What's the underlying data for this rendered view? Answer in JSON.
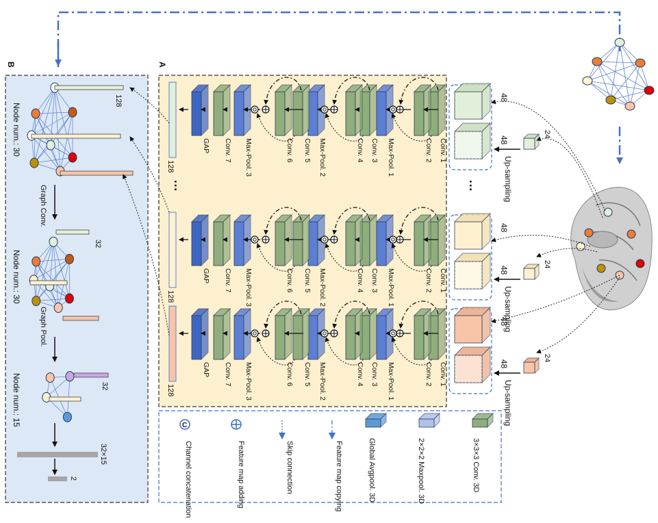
{
  "panels": {
    "a_label": "A",
    "b_label": "B"
  },
  "sizes": {
    "input": "48",
    "upsampling_input": "24",
    "feature_vector": "128",
    "after_graph_conv": "32",
    "after_graph_pool": "32",
    "flatten": "32×15",
    "output": "2"
  },
  "upsampling_label": "Up-sampling",
  "ellipsis": "…",
  "layers": {
    "conv1": "Conv. 1",
    "conv2": "Conv. 2",
    "maxpool1": "Max-Pool. 1",
    "conv3": "Conv. 3",
    "conv4": "Conv. 4",
    "maxpool2": "Max-Pool. 2",
    "conv5": "Conv. 5",
    "conv6": "Conv. 6",
    "maxpool3": "Max-Pool. 3",
    "conv7": "Conv. 7",
    "gap": "GAP"
  },
  "graph": {
    "node_num_1": "Node num.: 30",
    "graph_conv": "Graph Conv.",
    "node_num_2": "Node num.: 30",
    "graph_pool": "Graph Pool.",
    "node_num_3": "Node num.: 15"
  },
  "legend": {
    "conv3d": "3×3×3 Conv. 3D",
    "maxpool3d": "2×2×2 Maxpool. 3D",
    "global_avgpool3d": "Global Avgpool. 3D",
    "feature_map_copying": "Feature map copying",
    "skip_connection": "Skip connection",
    "feature_map_adding": "Feature map adding",
    "channel_concatenation": "Channel concatenation",
    "concat_symbol": "C",
    "add_symbol": "+"
  },
  "colors": {
    "conv_green": "#8fae7c",
    "pool_blue": "#5b7fd4",
    "gap_blue": "#3d66c4",
    "panel_a_bg": "#fdf0cf",
    "panel_b_bg": "#dce8f5",
    "dash_blue": "#4472c4",
    "roi_green": "#e2efda",
    "roi_cream": "#fdf1d0",
    "roi_salmon": "#f8c5a8",
    "node_orange": "#ed7d31",
    "node_brown": "#c55a11",
    "node_red": "#e00000",
    "node_olive": "#bf9000",
    "node_cream": "#fff2cc",
    "node_pale": "#e2efda",
    "node_purple": "#c9a8e8",
    "node_blue": "#5b9bd5"
  }
}
